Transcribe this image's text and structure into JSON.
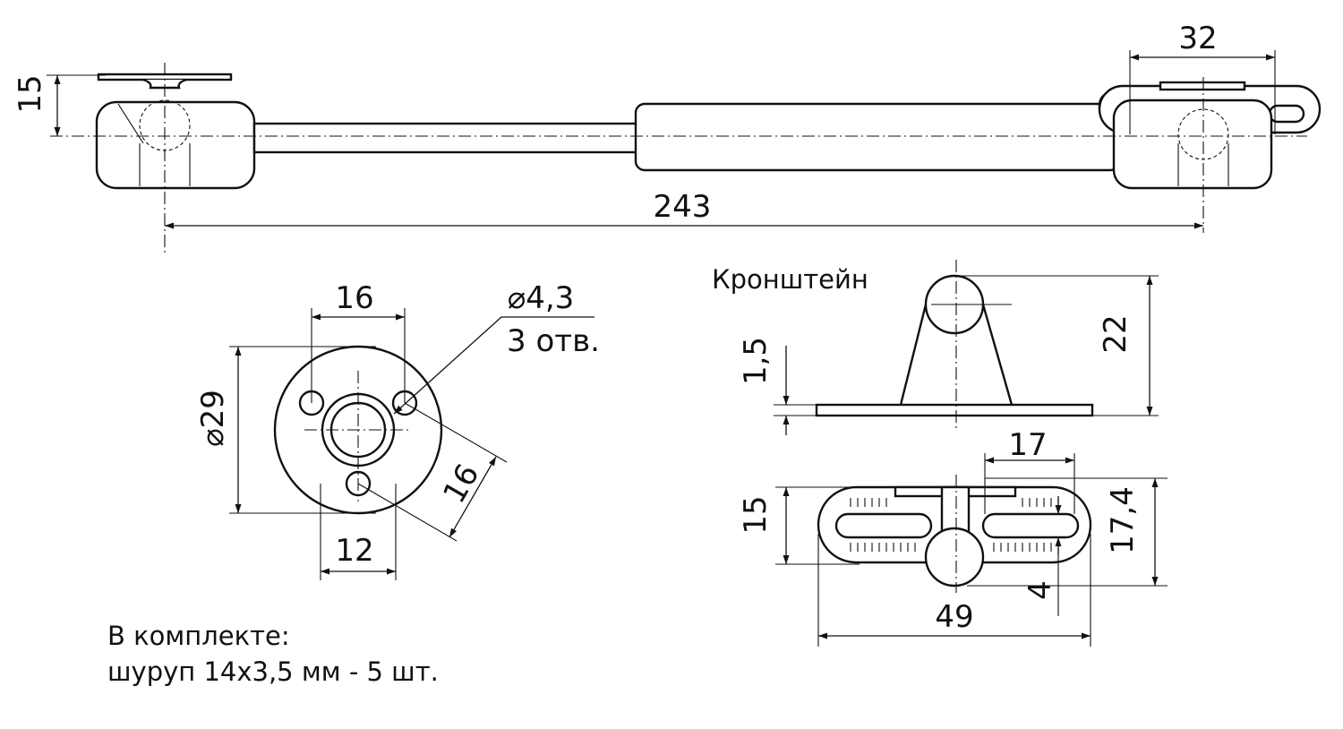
{
  "labels": {
    "bracket_title": "Кронштейн",
    "kit_line1": "В комплекте:",
    "kit_line2": "шуруп 14х3,5 мм - 5 шт.",
    "holes_note": "3 отв."
  },
  "dimensions": {
    "end_height": "15",
    "right_width": "32",
    "total_length": "243",
    "plate_hole_spacing_top": "16",
    "hole_diameter": "⌀4,3",
    "plate_diameter": "⌀29",
    "plate_hole_spacing_diag": "16",
    "plate_hole_spacing_bottom": "12",
    "bracket_plate_thickness": "1,5",
    "bracket_height": "22",
    "bracket_slot_offset": "17",
    "bracket_width_side": "15",
    "bracket_depth": "17,4",
    "bracket_length": "49",
    "bracket_slot_width": "4"
  }
}
